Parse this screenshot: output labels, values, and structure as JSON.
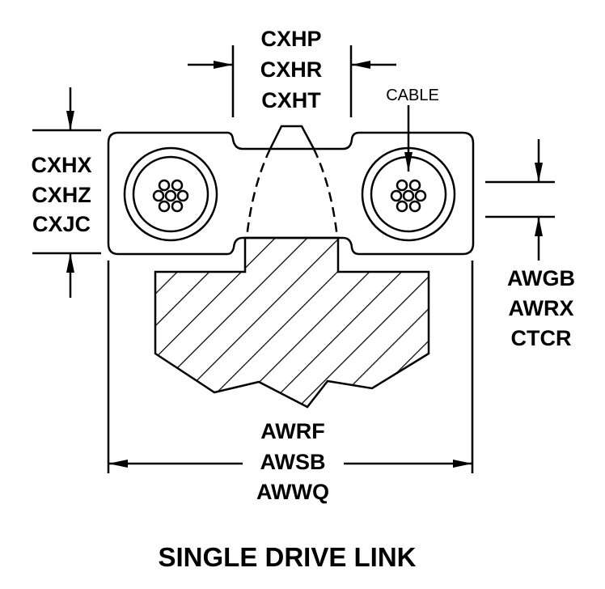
{
  "top_dimension": [
    "CXHP",
    "CXHR",
    "CXHT"
  ],
  "left_dimension": [
    "CXHX",
    "CXHZ",
    "CXJC"
  ],
  "right_dimension": [
    "AWGB",
    "AWRX",
    "CTCR"
  ],
  "bottom_dimension": [
    "AWRF",
    "AWSB",
    "AWWQ"
  ],
  "callout": "CABLE",
  "title": "SINGLE DRIVE LINK"
}
